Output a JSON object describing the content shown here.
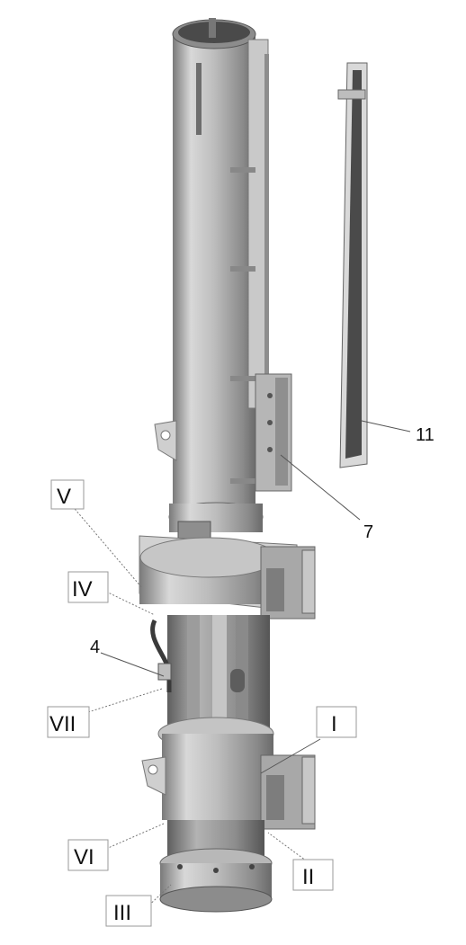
{
  "labels": {
    "callout_11": "11",
    "callout_7": "7",
    "callout_4": "4",
    "callout_V": "V",
    "callout_IV": "IV",
    "callout_VII": "VII",
    "callout_I": "I",
    "callout_VI": "VI",
    "callout_II": "II",
    "callout_III": "III"
  },
  "colors": {
    "background": "#ffffff",
    "metal_light": "#d6d6d6",
    "metal_mid": "#a9a9a9",
    "metal_dark": "#6e6e6e",
    "strip_dark": "#3d3d3d"
  }
}
